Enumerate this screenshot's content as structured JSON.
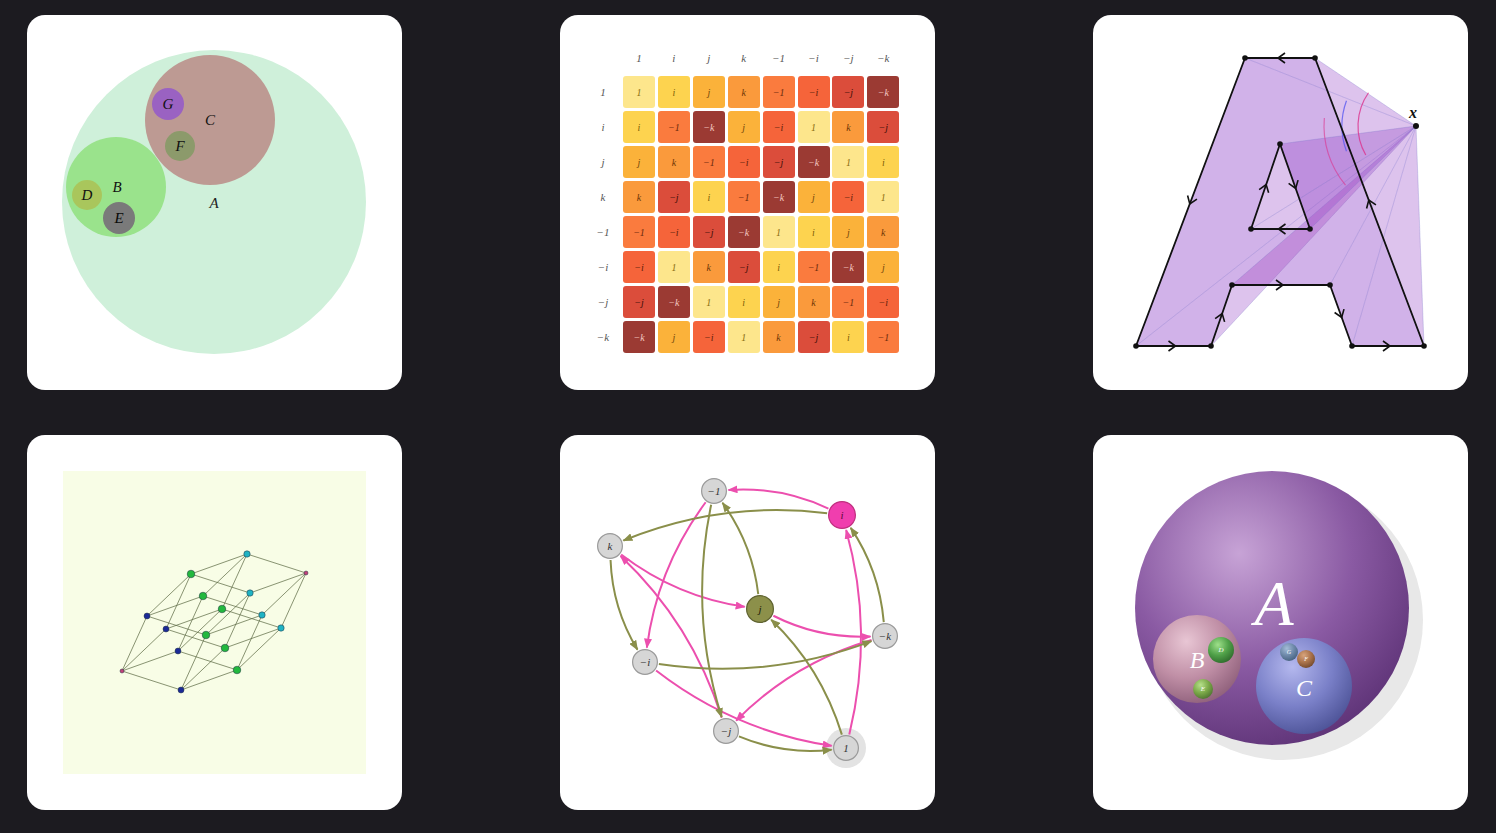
{
  "diagram": {
    "nodes": [
      {
        "text": [
          "A"
        ]
      },
      {
        "text": [
          "C"
        ],
        "in": 0
      },
      {
        "text": [
          "G"
        ],
        "in": 1
      },
      {
        "text": [
          "F"
        ],
        "in": 1
      },
      {
        "text": [
          "B"
        ],
        "in": 0
      },
      {
        "text": [
          "D"
        ],
        "in": 4
      },
      {
        "text": [
          "E"
        ],
        "in": 4
      },
      {
        "text": [
          "−1"
        ]
      },
      {
        "text": [
          "i"
        ]
      },
      {
        "text": [
          "k"
        ]
      },
      {
        "text": [
          "j"
        ]
      },
      {
        "text": [
          "−k"
        ]
      },
      {
        "text": [
          "−i"
        ]
      },
      {
        "text": [
          "−j"
        ]
      },
      {
        "text": [
          "1"
        ]
      },
      {
        "text": [
          "A"
        ]
      },
      {
        "text": [
          "B"
        ],
        "in": 15
      },
      {
        "text": [
          "D"
        ],
        "in": 16
      },
      {
        "text": [
          "E"
        ],
        "in": 16
      },
      {
        "text": [
          "C"
        ],
        "in": 15
      },
      {
        "text": [
          "G"
        ],
        "in": 19
      },
      {
        "text": [
          "F"
        ],
        "in": 19
      }
    ],
    "edges": [
      {
        "from": 14,
        "to": 8,
        "arrow": "to"
      },
      {
        "from": 8,
        "to": 7,
        "arrow": "to"
      },
      {
        "from": 7,
        "to": 12,
        "arrow": "to"
      },
      {
        "from": 12,
        "to": 14,
        "arrow": "to"
      },
      {
        "from": 10,
        "to": 11,
        "arrow": "to"
      },
      {
        "from": 11,
        "to": 13,
        "arrow": "to"
      },
      {
        "from": 13,
        "to": 9,
        "arrow": "to"
      },
      {
        "from": 9,
        "to": 10,
        "arrow": "to"
      },
      {
        "from": 14,
        "to": 10,
        "arrow": "to"
      },
      {
        "from": 10,
        "to": 7,
        "arrow": "to"
      },
      {
        "from": 7,
        "to": 13,
        "arrow": "to"
      },
      {
        "from": 13,
        "to": 14,
        "arrow": "to"
      },
      {
        "from": 8,
        "to": 9,
        "arrow": "to"
      },
      {
        "from": 9,
        "to": 12,
        "arrow": "to"
      },
      {
        "from": 12,
        "to": 11,
        "arrow": "to"
      },
      {
        "from": 11,
        "to": 8,
        "arrow": "to"
      }
    ],
    "labels": [
      "1",
      "i",
      "j",
      "k",
      "−1",
      "−i",
      "−j",
      "−k",
      "1",
      "1",
      "i",
      "j",
      "k",
      "−1",
      "−i",
      "−j",
      "−k",
      "i",
      "i",
      "−1",
      "−k",
      "j",
      "−i",
      "1",
      "k",
      "−j",
      "j",
      "j",
      "k",
      "−1",
      "−i",
      "−j",
      "−k",
      "1",
      "i",
      "k",
      "k",
      "−j",
      "i",
      "−1",
      "−k",
      "j",
      "−i",
      "1",
      "−1",
      "−1",
      "−i",
      "−j",
      "−k",
      "1",
      "i",
      "j",
      "k",
      "−i",
      "−i",
      "1",
      "k",
      "−j",
      "i",
      "−1",
      "−k",
      "j",
      "−j",
      "−j",
      "−k",
      "1",
      "i",
      "j",
      "k",
      "−1",
      "−i",
      "−k",
      "−k",
      "j",
      "−i",
      "1",
      "k",
      "−j",
      "i",
      "−1",
      "x"
    ]
  }
}
